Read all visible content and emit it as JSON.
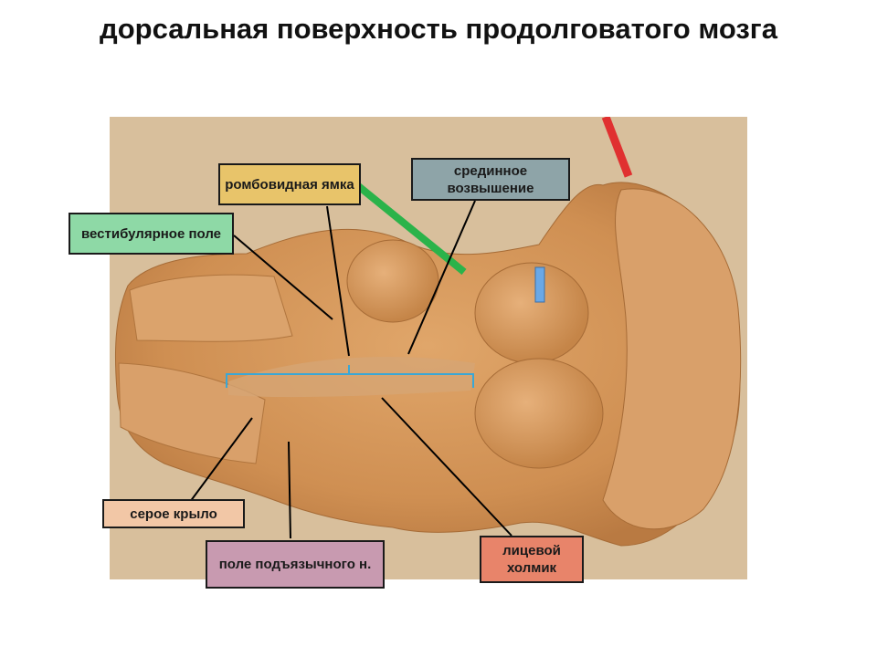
{
  "title": "дорсальная поверхность продолговатого мозга",
  "labels": {
    "rhomboid_fossa": "ромбовидная ямка",
    "median_eminence": "срединное возвышение",
    "vestibular_area": "вестибулярное поле",
    "grey_wing": "серое крыло",
    "hypoglossal_field": "поле подъязычного н.",
    "facial_colliculus": "лицевой холмик"
  },
  "colors": {
    "rhomboid_fossa": "#e8c46a",
    "median_eminence": "#8ea4a8",
    "vestibular_area": "#8ed9a6",
    "grey_wing": "#f2c7a6",
    "hypoglossal_field": "#c89ab0",
    "facial_colliculus": "#e8846a",
    "photo_background": "#d6bc9a",
    "tissue": "#d79a5e"
  }
}
